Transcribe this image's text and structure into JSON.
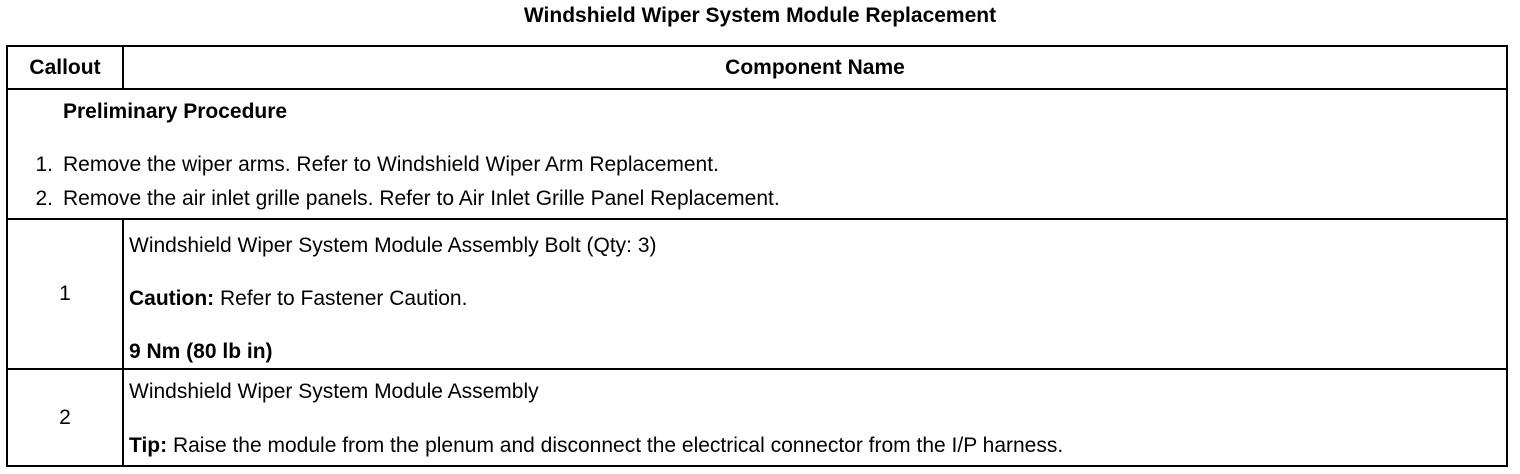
{
  "title": "Windshield Wiper System Module Replacement",
  "table": {
    "headers": {
      "callout": "Callout",
      "component_name": "Component Name"
    },
    "preliminary": {
      "heading": "Preliminary Procedure",
      "steps": [
        {
          "number": "1.",
          "text": "Remove the wiper arms. Refer to Windshield Wiper Arm Replacement."
        },
        {
          "number": "2.",
          "text": "Remove the air inlet grille panels. Refer to Air Inlet Grille Panel Replacement."
        }
      ]
    },
    "rows": [
      {
        "callout": "1",
        "component": "Windshield Wiper System Module Assembly Bolt (Qty: 3)",
        "caution_label": "Caution:",
        "caution_text": " Refer to Fastener Caution.",
        "torque": "9 Nm (80 lb in)"
      },
      {
        "callout": "2",
        "component": "Windshield Wiper System Module Assembly",
        "tip_label": "Tip:",
        "tip_text": " Raise the module from the plenum and disconnect the electrical connector from the I/P harness."
      }
    ]
  }
}
